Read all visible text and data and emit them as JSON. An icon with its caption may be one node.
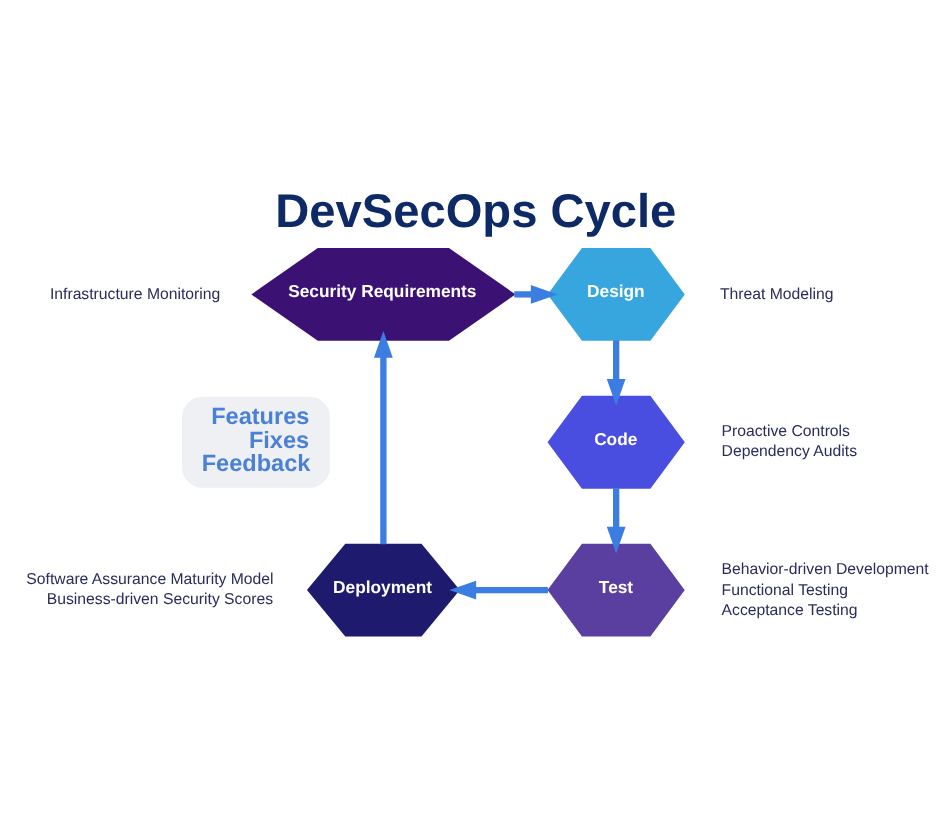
{
  "diagram": {
    "title": "DevSecOps Cycle",
    "nodes": [
      {
        "text": [
          "Design"
        ],
        "beside": [
          "Threat Modeling"
        ]
      },
      {
        "text": [
          "Security Requirements"
        ],
        "beside": [
          "Infrastructure Monitoring"
        ]
      },
      {
        "text": [
          "Code"
        ],
        "beside": [
          "Proactive Controls",
          "Dependency Audits"
        ]
      },
      {
        "text": [
          "Features",
          "Fixes",
          "Feedback"
        ]
      },
      {
        "text": [
          "Deployment"
        ],
        "beside": [
          "Software Assurance Maturity Model",
          "Business-driven Security Scores"
        ]
      },
      {
        "text": [
          "Test"
        ],
        "beside": [
          "Behavior-driven Development",
          "Functional Testing",
          "Acceptance Testing"
        ]
      }
    ],
    "edges": [
      {
        "from": 1,
        "to": 0,
        "arrow": "to"
      },
      {
        "from": 0,
        "to": 2,
        "arrow": "to"
      },
      {
        "from": 2,
        "to": 5,
        "arrow": "to"
      },
      {
        "from": 5,
        "to": 4,
        "arrow": "to"
      },
      {
        "from": 4,
        "to": 1,
        "arrow": "to"
      }
    ]
  }
}
